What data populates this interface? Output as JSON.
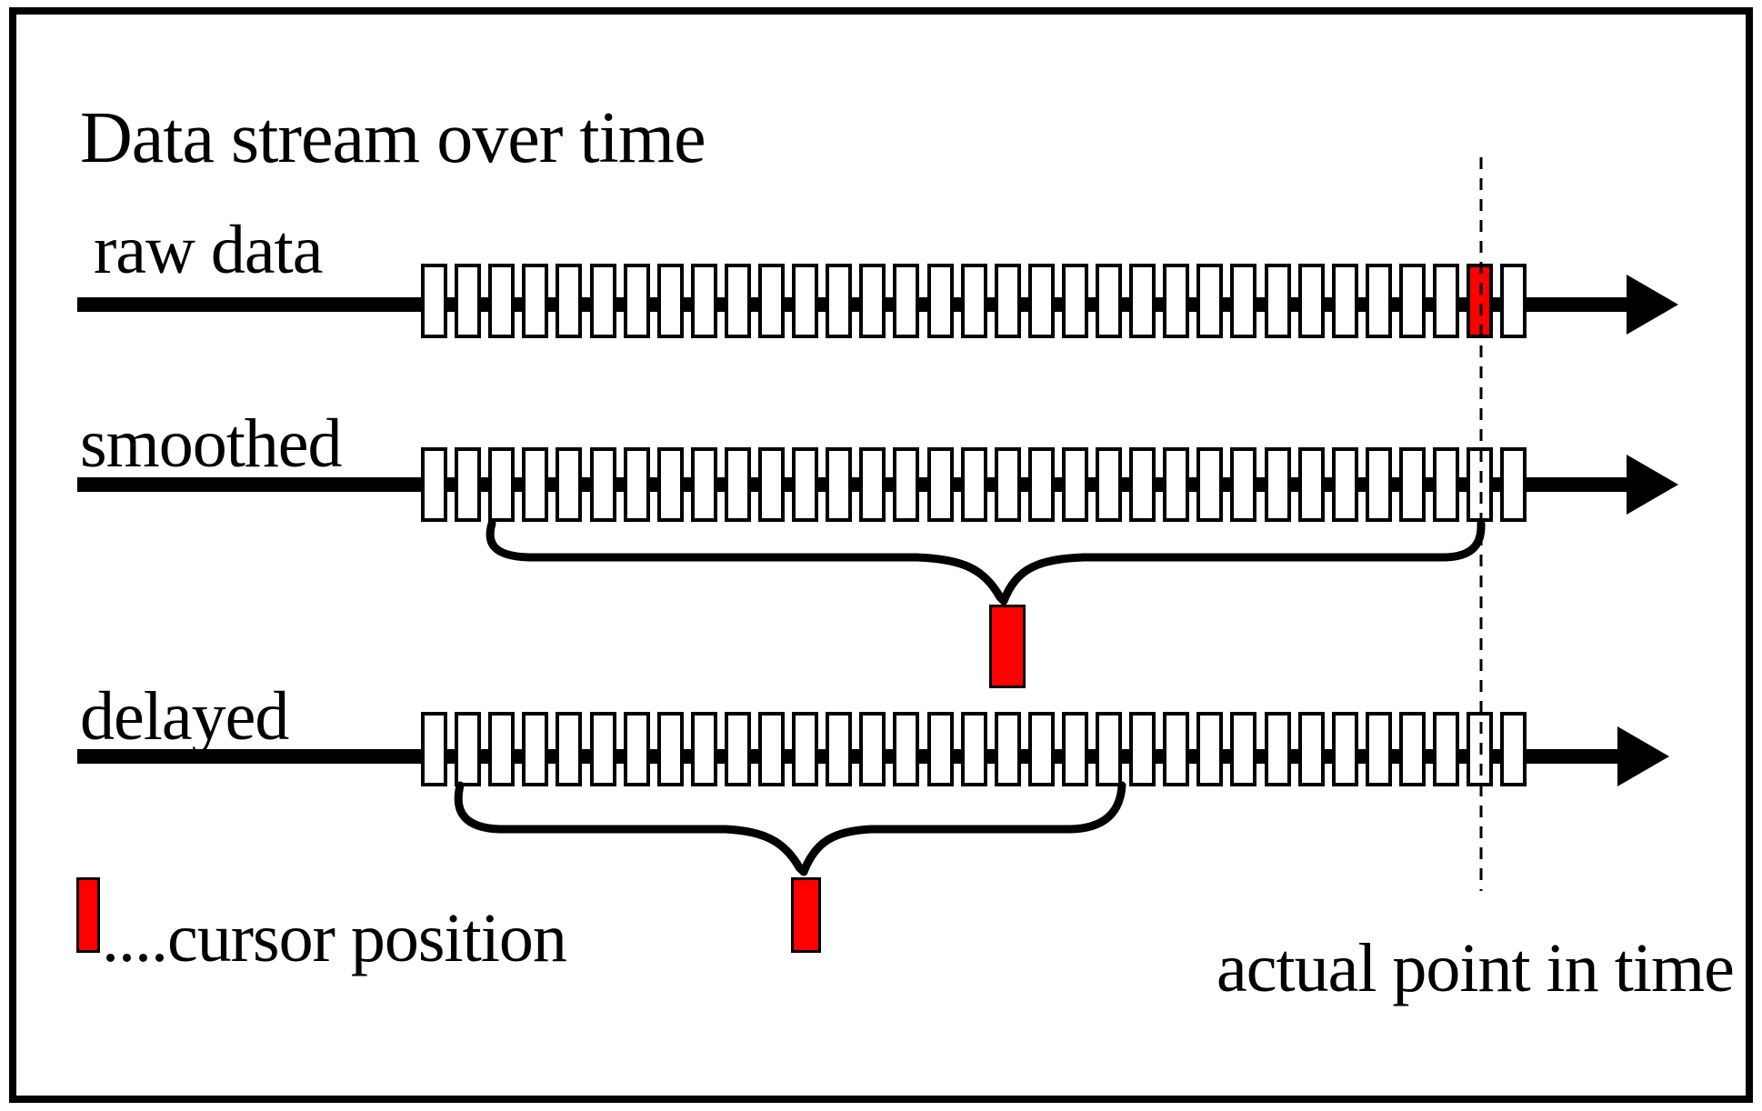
{
  "title": "Data stream over time",
  "rows": [
    {
      "label": "raw data",
      "box_count": 33,
      "red_box_index": 31
    },
    {
      "label": "smoothed",
      "box_count": 33,
      "red_box_index": null
    },
    {
      "label": "delayed",
      "box_count": 33,
      "red_box_index": null
    }
  ],
  "legend": {
    "label": "....cursor position"
  },
  "annotations": {
    "actual_time": "actual point in time"
  },
  "colors": {
    "cursor_red": "#ff0000",
    "ink": "#000000",
    "background": "#ffffff"
  }
}
